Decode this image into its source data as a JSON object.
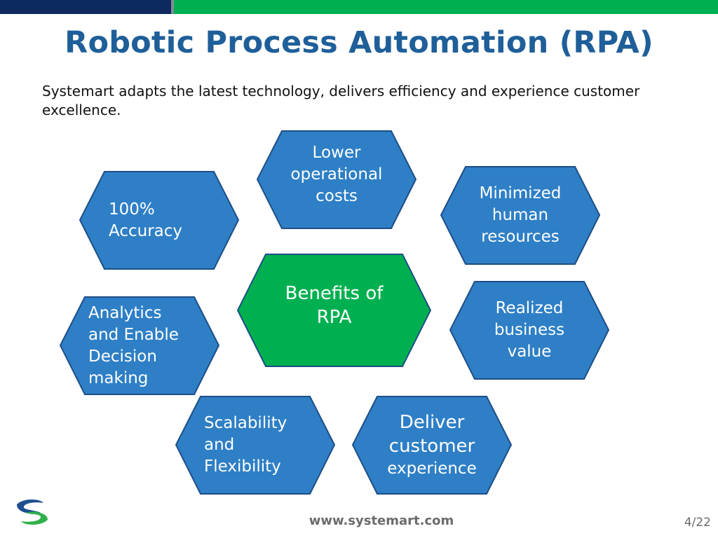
{
  "slide": {
    "title": "Robotic Process Automation (RPA)",
    "subtitle": "Systemart adapts the latest technology, delivers efficiency and experience customer excellence.",
    "footer_url": "www.systemart.com",
    "page_number": "4/22"
  },
  "colors": {
    "title": "#1f5f99",
    "hex_blue": "#2e7fc6",
    "hex_blue_border": "#1e4e86",
    "hex_green": "#00b050",
    "hex_green_border": "#1e4e86",
    "topbar_navy": "#0d2a5e",
    "topbar_green": "#00b050"
  },
  "diagram": {
    "center": {
      "lines": [
        "Benefits of",
        "RPA"
      ]
    },
    "benefits": [
      {
        "id": "lower-costs",
        "lines": [
          "Lower",
          "operational",
          "costs"
        ]
      },
      {
        "id": "accuracy",
        "lines": [
          "100%",
          "Accuracy"
        ]
      },
      {
        "id": "human-resources",
        "lines": [
          "Minimized",
          "human",
          "resources"
        ]
      },
      {
        "id": "analytics",
        "lines": [
          "Analytics",
          "and Enable",
          "Decision",
          "making"
        ]
      },
      {
        "id": "business-value",
        "lines": [
          "Realized",
          "business",
          "value"
        ]
      },
      {
        "id": "scalability",
        "lines": [
          "Scalability",
          "and",
          "Flexibility"
        ]
      },
      {
        "id": "customer-experience",
        "lines": [
          "Deliver",
          "customer",
          "experience"
        ]
      }
    ]
  },
  "logo": {
    "icon": "systemart-s-logo"
  }
}
